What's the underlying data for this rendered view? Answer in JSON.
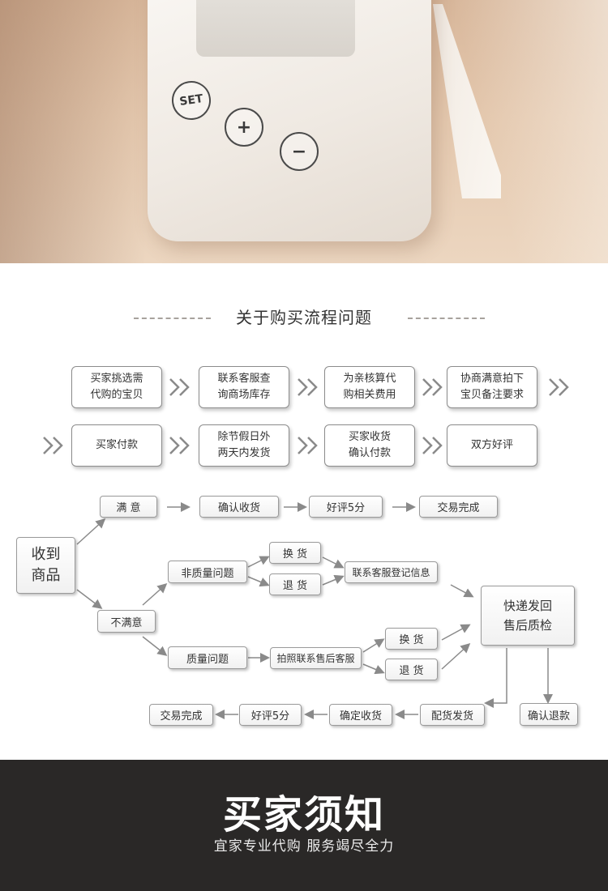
{
  "photo": {
    "buttons": {
      "set": "SET",
      "plus": "+",
      "minus": "−"
    }
  },
  "section_title": "关于购买流程问题",
  "process": {
    "steps": [
      "买家挑选需\n代购的宝贝",
      "联系客服查\n询商场库存",
      "为亲核算代\n购相关费用",
      "协商满意拍下\n宝贝备注要求",
      "买家付款",
      "除节假日外\n两天内发货",
      "买家收货\n确认付款",
      "双方好评"
    ]
  },
  "flow": {
    "receive": "收到\n商品",
    "satisfied": "满  意",
    "confirm_receipt": "确认收货",
    "good_review_1": "好评5分",
    "deal_done_1": "交易完成",
    "unsatisfied": "不满意",
    "non_quality": "非质量问题",
    "exchange_1": "换  货",
    "return_1": "退  货",
    "contact_register": "联系客服登记信息",
    "quality": "质量问题",
    "photo_contact": "拍照联系售后客服",
    "exchange_2": "换  货",
    "return_2": "退  货",
    "ship_back": "快递发回\n售后质检",
    "confirm_refund": "确认退款",
    "restock_ship": "配货发货",
    "confirm_receipt_2": "确定收货",
    "good_review_2": "好评5分",
    "deal_done_2": "交易完成"
  },
  "footer": {
    "title": "买家须知",
    "subtitle": "宜家专业代购 服务竭尽全力"
  },
  "colors": {
    "footer_bg": "#2a2827",
    "arrow": "#8a8a8a",
    "box_border": "#8c8c8c"
  }
}
